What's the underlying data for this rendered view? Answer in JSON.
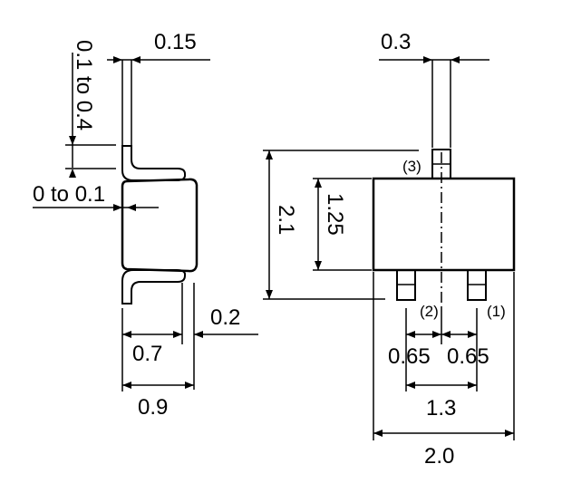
{
  "side_view": {
    "lead_thickness": "0.15",
    "lead_height_range": "0.1 to 0.4",
    "standoff_range": "0 to 0.1",
    "lead_length": "0.2",
    "body_width": "0.7",
    "overall_width": "0.9"
  },
  "top_view": {
    "lead_width": "0.3",
    "overall_length": "2.1",
    "body_length": "1.25",
    "pitch_left": "0.65",
    "pitch_right": "0.65",
    "pin_span": "1.3",
    "body_width": "2.0",
    "pins": {
      "pin1": "(1)",
      "pin2": "(2)",
      "pin3": "(3)"
    }
  }
}
